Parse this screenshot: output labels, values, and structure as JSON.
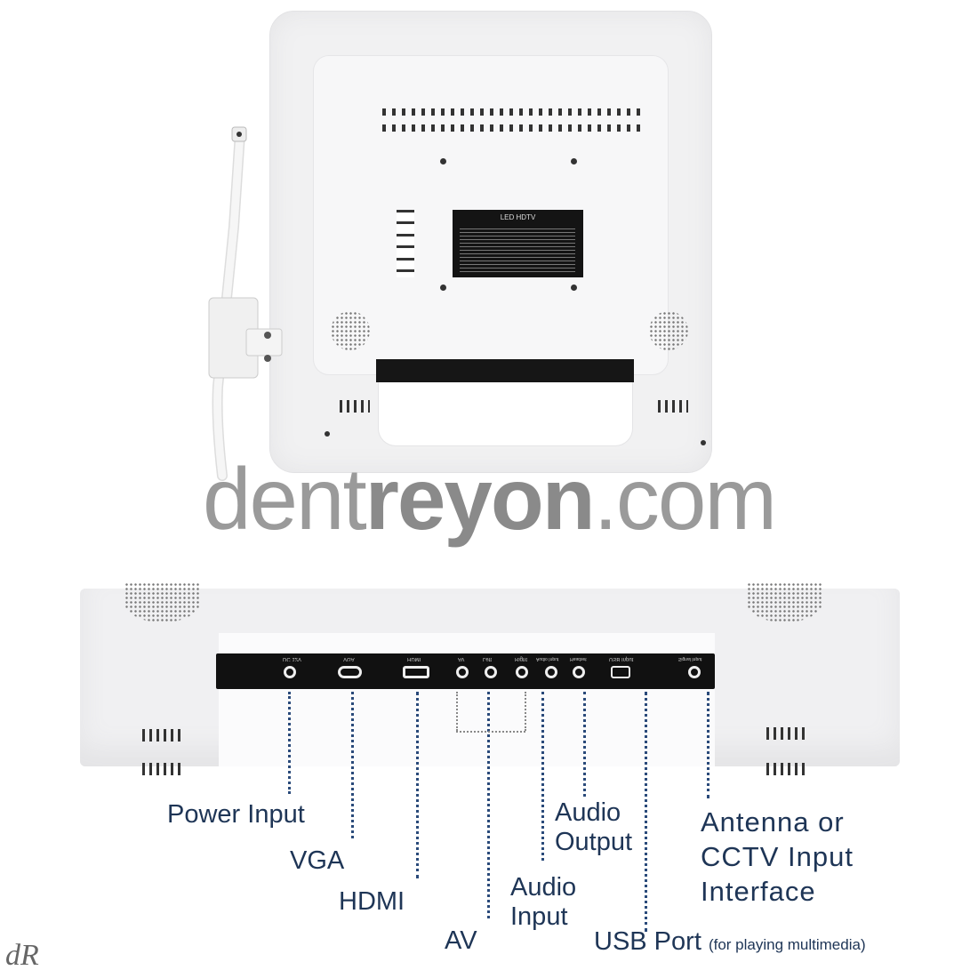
{
  "monitor_label": {
    "title": "LED HDTV"
  },
  "watermark": {
    "prefix": "dent",
    "bold": "reyon",
    "suffix": ".com"
  },
  "port_panel": {
    "ports": [
      "DC 12V",
      "VGA",
      "HDMI",
      "AV",
      "Left",
      "Right",
      "Audio Input",
      "Headset",
      "USB Input",
      "Signal Input"
    ]
  },
  "callouts": {
    "power_input": "Power  Input",
    "vga": "VGA",
    "hdmi": "HDMI",
    "av": "AV",
    "audio_input": [
      "Audio",
      "Input"
    ],
    "audio_output": [
      "Audio",
      "Output"
    ],
    "usb_port": "USB Port",
    "usb_note": "(for playing  multimedia)",
    "antenna": [
      "Antenna or",
      "CCTV Input",
      "Interface"
    ]
  },
  "corner_logo": "dR",
  "colors": {
    "label_text": "#1e3556",
    "dots": "#2a4a7a"
  }
}
